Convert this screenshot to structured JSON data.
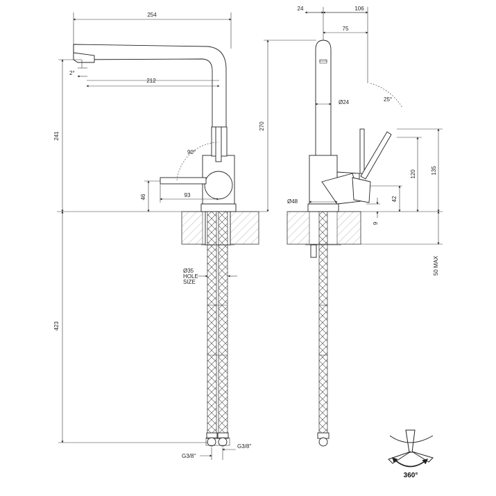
{
  "left_view": {
    "dim_overall_width": "254",
    "dim_spout_reach": "212",
    "dim_spout_angle": "2°",
    "dim_height_above_deck": "241",
    "dim_lever_angle": "90°",
    "dim_lever_height": "46",
    "dim_lever_reach": "93",
    "hole_size_label": [
      "Ø35",
      "HOLE",
      "SIZE"
    ],
    "dim_hose_length": "423",
    "thread_left": "G3/8\"",
    "thread_right": "G3/8\""
  },
  "right_view": {
    "dim_body_offset": "24",
    "dim_total_depth": "106",
    "dim_lever_depth": "75",
    "dim_overall_height": "270",
    "dim_spout_diameter": "Ø24",
    "dim_lever_tilt": "25°",
    "dim_lever_top": "135",
    "dim_lever_mid": "120",
    "dim_base_diameter": "Ø48",
    "dim_lever_low": "42",
    "dim_deck_gap": "9",
    "dim_deck_max": "50 MAX"
  },
  "rotation": {
    "label": "360°"
  }
}
